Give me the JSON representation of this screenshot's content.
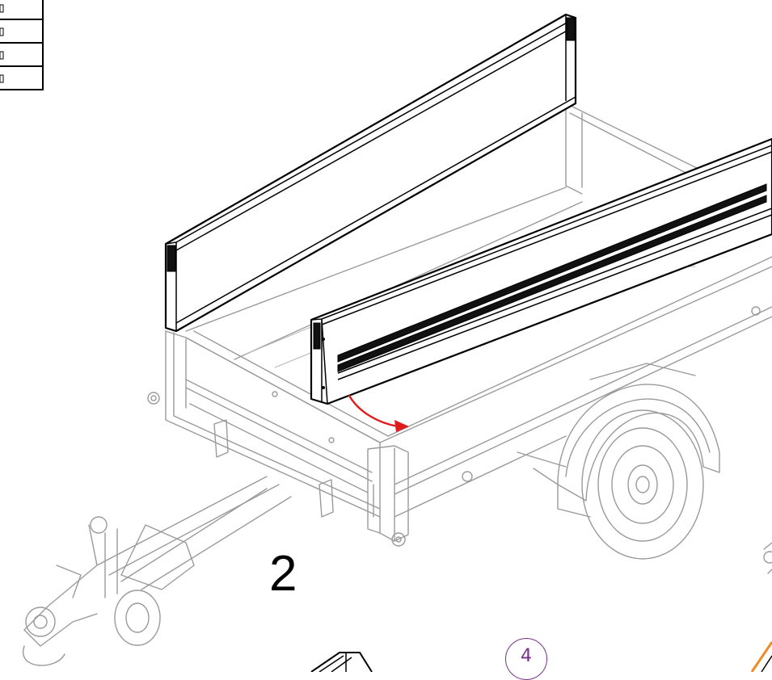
{
  "step": {
    "number": "2"
  },
  "callout": {
    "label": "4"
  },
  "parts_table": {
    "rows": 4
  },
  "colors": {
    "outline_gray": "#9a9a9a",
    "part_black": "#000000",
    "arrow_red": "#e01b1b",
    "callout_purple": "#7a2f8a",
    "accent_orange": "#f08a24"
  }
}
